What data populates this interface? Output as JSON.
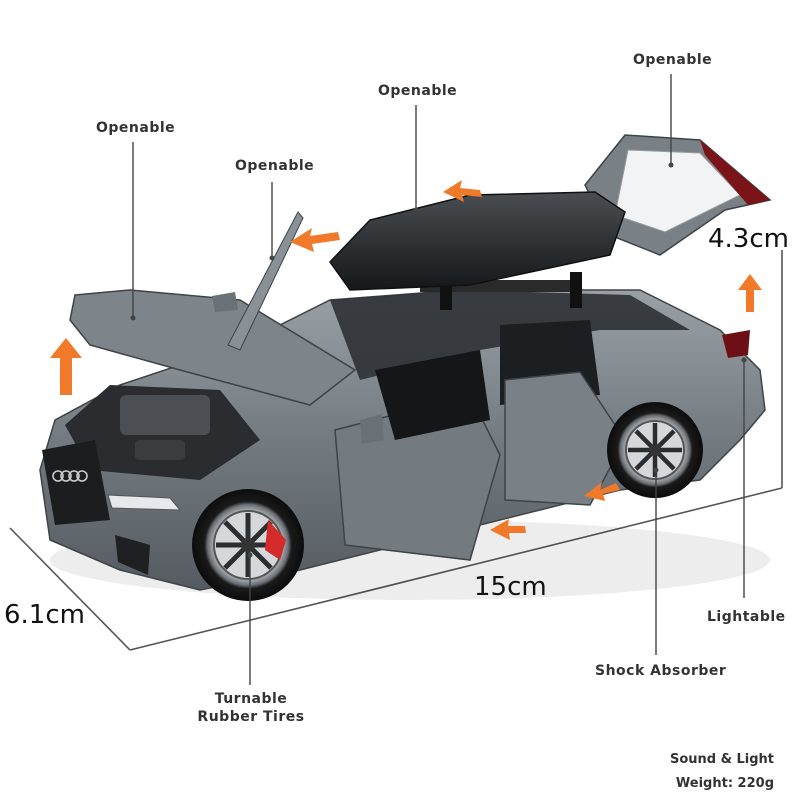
{
  "callouts": {
    "openable_hood": "Openable",
    "openable_left_door": "Openable",
    "openable_roof_box": "Openable",
    "openable_tailgate": "Openable",
    "lightable": "Lightable",
    "shock_absorber": "Shock Absorber",
    "turnable_line1": "Turnable",
    "turnable_line2": "Rubber Tires"
  },
  "dimensions": {
    "length": "15cm",
    "width": "6.1cm",
    "height": "4.3cm"
  },
  "footer": {
    "feature": "Sound & Light",
    "weight": "Weight: 220g"
  },
  "colors": {
    "car_body": "#6f767b",
    "car_body_light": "#8e959a",
    "car_dark": "#2b2e31",
    "roof_box": "#1f2224",
    "arrow": "#f07a2a",
    "caliper": "#d42a2a",
    "line": "#444444"
  }
}
